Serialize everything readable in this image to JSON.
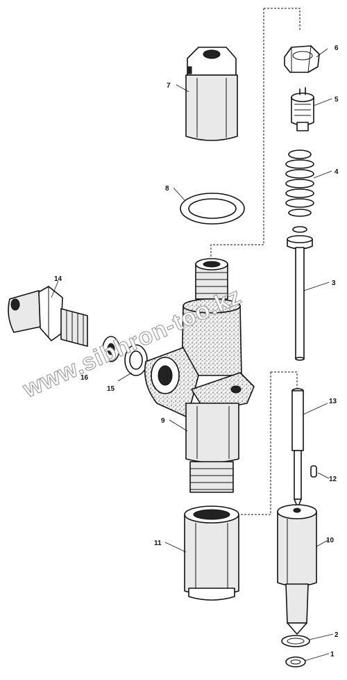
{
  "diagram": {
    "labels": {
      "p1": "1",
      "p2": "2",
      "p3": "3",
      "p4": "4",
      "p5": "5",
      "p6": "6",
      "p7": "7",
      "p8": "8",
      "p9": "9",
      "p10": "10",
      "p11": "11",
      "p12": "12",
      "p13": "13",
      "p14": "14",
      "p15": "15",
      "p16": "16"
    },
    "watermark": "www.sibhron-too.kz"
  }
}
